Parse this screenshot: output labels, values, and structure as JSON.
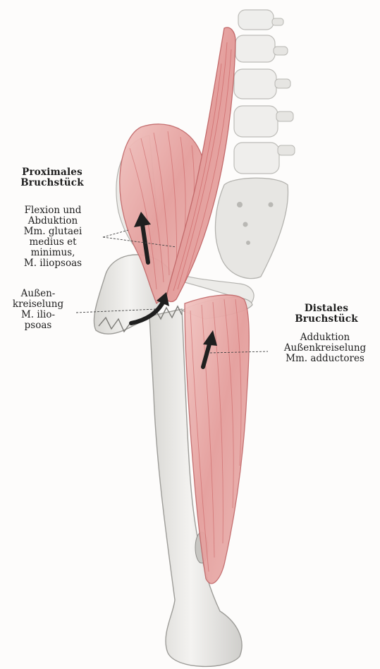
{
  "labels": {
    "proximal_heading": [
      "Proximales",
      "Bruchstück"
    ],
    "proximal_actions": [
      "Flexion und",
      "Abduktion",
      "Mm. glutaei",
      "medius et",
      "minimus,",
      "M. iliopsoas"
    ],
    "external_rotation": [
      "Außen-",
      "kreiselung",
      "M. ilio-",
      "psoas"
    ],
    "distal_heading": [
      "Distales",
      "Bruchstück"
    ],
    "distal_actions": [
      "Adduktion",
      "Außenkreiselung",
      "Mm. adductores"
    ]
  },
  "colors": {
    "bone": "#ecebe8",
    "bone_shadow": "#c9c8c4",
    "muscle": "#e7a9a6",
    "muscle_fiber": "#c9595b",
    "arrow": "#1f1f1f",
    "leader": "#444444"
  }
}
